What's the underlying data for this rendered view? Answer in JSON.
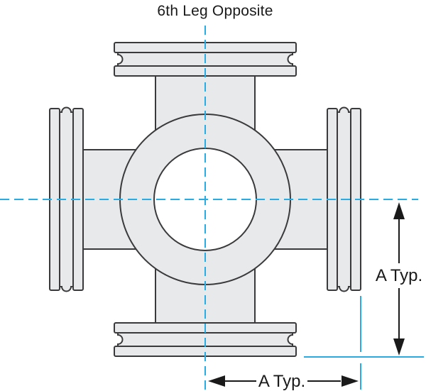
{
  "title": "6th Leg Opposite",
  "dimensions": {
    "right_label": "A Typ.",
    "bottom_label": "A Typ."
  },
  "colors": {
    "background": "#ffffff",
    "body_fill": "#e8e9ea",
    "outline": "#3a3a3c",
    "centerline": "#2aabe2",
    "dimension": "#1a1a1a",
    "text": "#1a1a1a"
  }
}
